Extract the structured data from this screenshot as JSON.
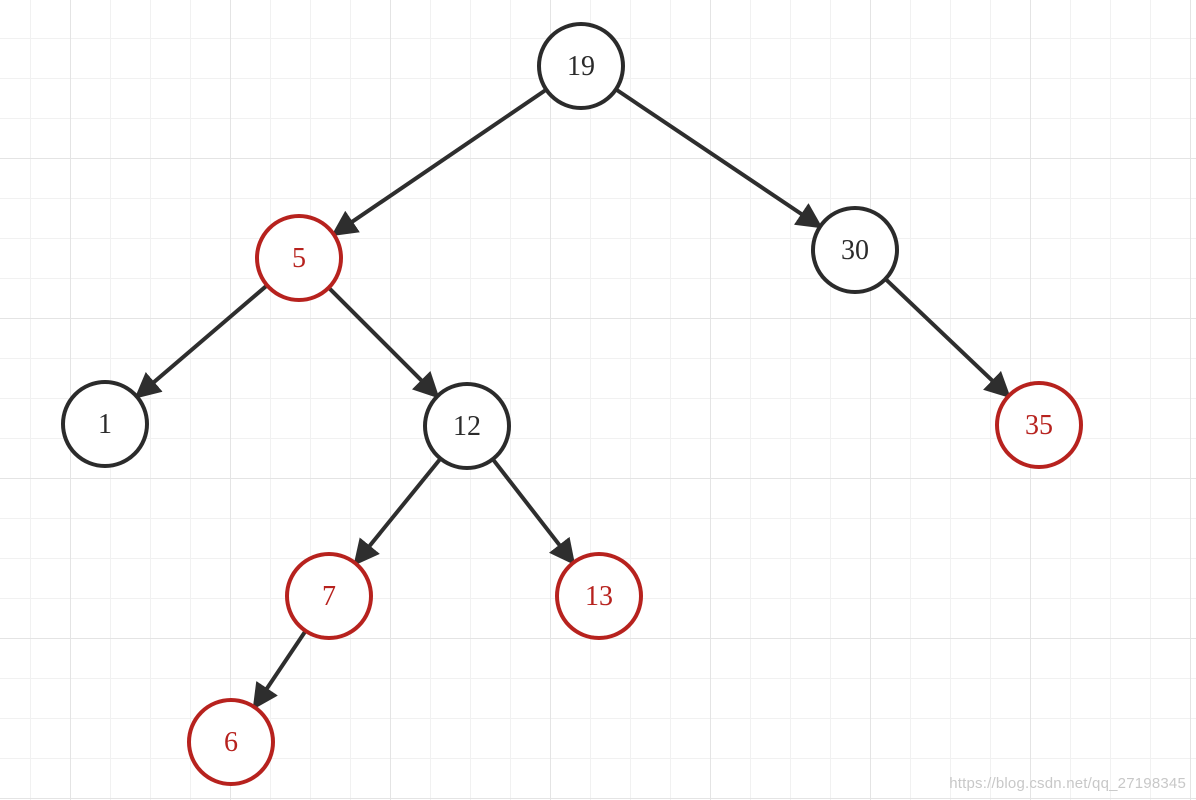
{
  "colors": {
    "black_node": "#2b2b2b",
    "red_node": "#b7221e",
    "edge": "#2e2e2e",
    "node_fill": "#ffffff"
  },
  "tree": {
    "nodes": [
      {
        "id": "n19",
        "label": "19",
        "color": "black"
      },
      {
        "id": "n5",
        "label": "5",
        "color": "red"
      },
      {
        "id": "n30",
        "label": "30",
        "color": "black"
      },
      {
        "id": "n1",
        "label": "1",
        "color": "black"
      },
      {
        "id": "n12",
        "label": "12",
        "color": "black"
      },
      {
        "id": "n35",
        "label": "35",
        "color": "red"
      },
      {
        "id": "n7",
        "label": "7",
        "color": "red"
      },
      {
        "id": "n13",
        "label": "13",
        "color": "red"
      },
      {
        "id": "n6",
        "label": "6",
        "color": "red"
      }
    ],
    "edges": [
      {
        "from": "n19",
        "to": "n5"
      },
      {
        "from": "n19",
        "to": "n30"
      },
      {
        "from": "n5",
        "to": "n1"
      },
      {
        "from": "n5",
        "to": "n12"
      },
      {
        "from": "n30",
        "to": "n35"
      },
      {
        "from": "n12",
        "to": "n7"
      },
      {
        "from": "n12",
        "to": "n13"
      },
      {
        "from": "n7",
        "to": "n6"
      }
    ]
  },
  "watermark": "https://blog.csdn.net/qq_27198345"
}
